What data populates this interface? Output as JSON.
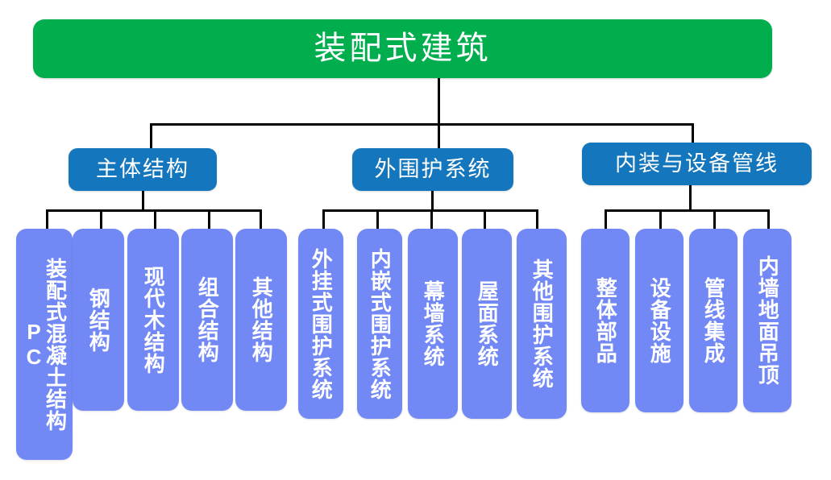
{
  "diagram": {
    "title": "装配式建筑",
    "colors": {
      "root_fill": "#00ae4d",
      "branch_fill": "#1476bc",
      "leaf_fill": "#7289f5",
      "text": "#ffffff",
      "connector": "#000000",
      "background": "#ffffff"
    },
    "root": {
      "label": "装配式建筑"
    },
    "branches": [
      {
        "label": "主体结构",
        "leaves": [
          {
            "label": "装配式混凝土结构PC"
          },
          {
            "label": "钢结构"
          },
          {
            "label": "现代木结构"
          },
          {
            "label": "组合结构"
          },
          {
            "label": "其他结构"
          }
        ]
      },
      {
        "label": "外围护系统",
        "leaves": [
          {
            "label": "外挂式围护系统"
          },
          {
            "label": "内嵌式围护系统"
          },
          {
            "label": "幕墙系统"
          },
          {
            "label": "屋面系统"
          },
          {
            "label": "其他围护系统"
          }
        ]
      },
      {
        "label": "内装与设备管线",
        "leaves": [
          {
            "label": "整体部品"
          },
          {
            "label": "设备设施"
          },
          {
            "label": "管线集成"
          },
          {
            "label": "内墙地面吊顶"
          }
        ]
      }
    ]
  }
}
